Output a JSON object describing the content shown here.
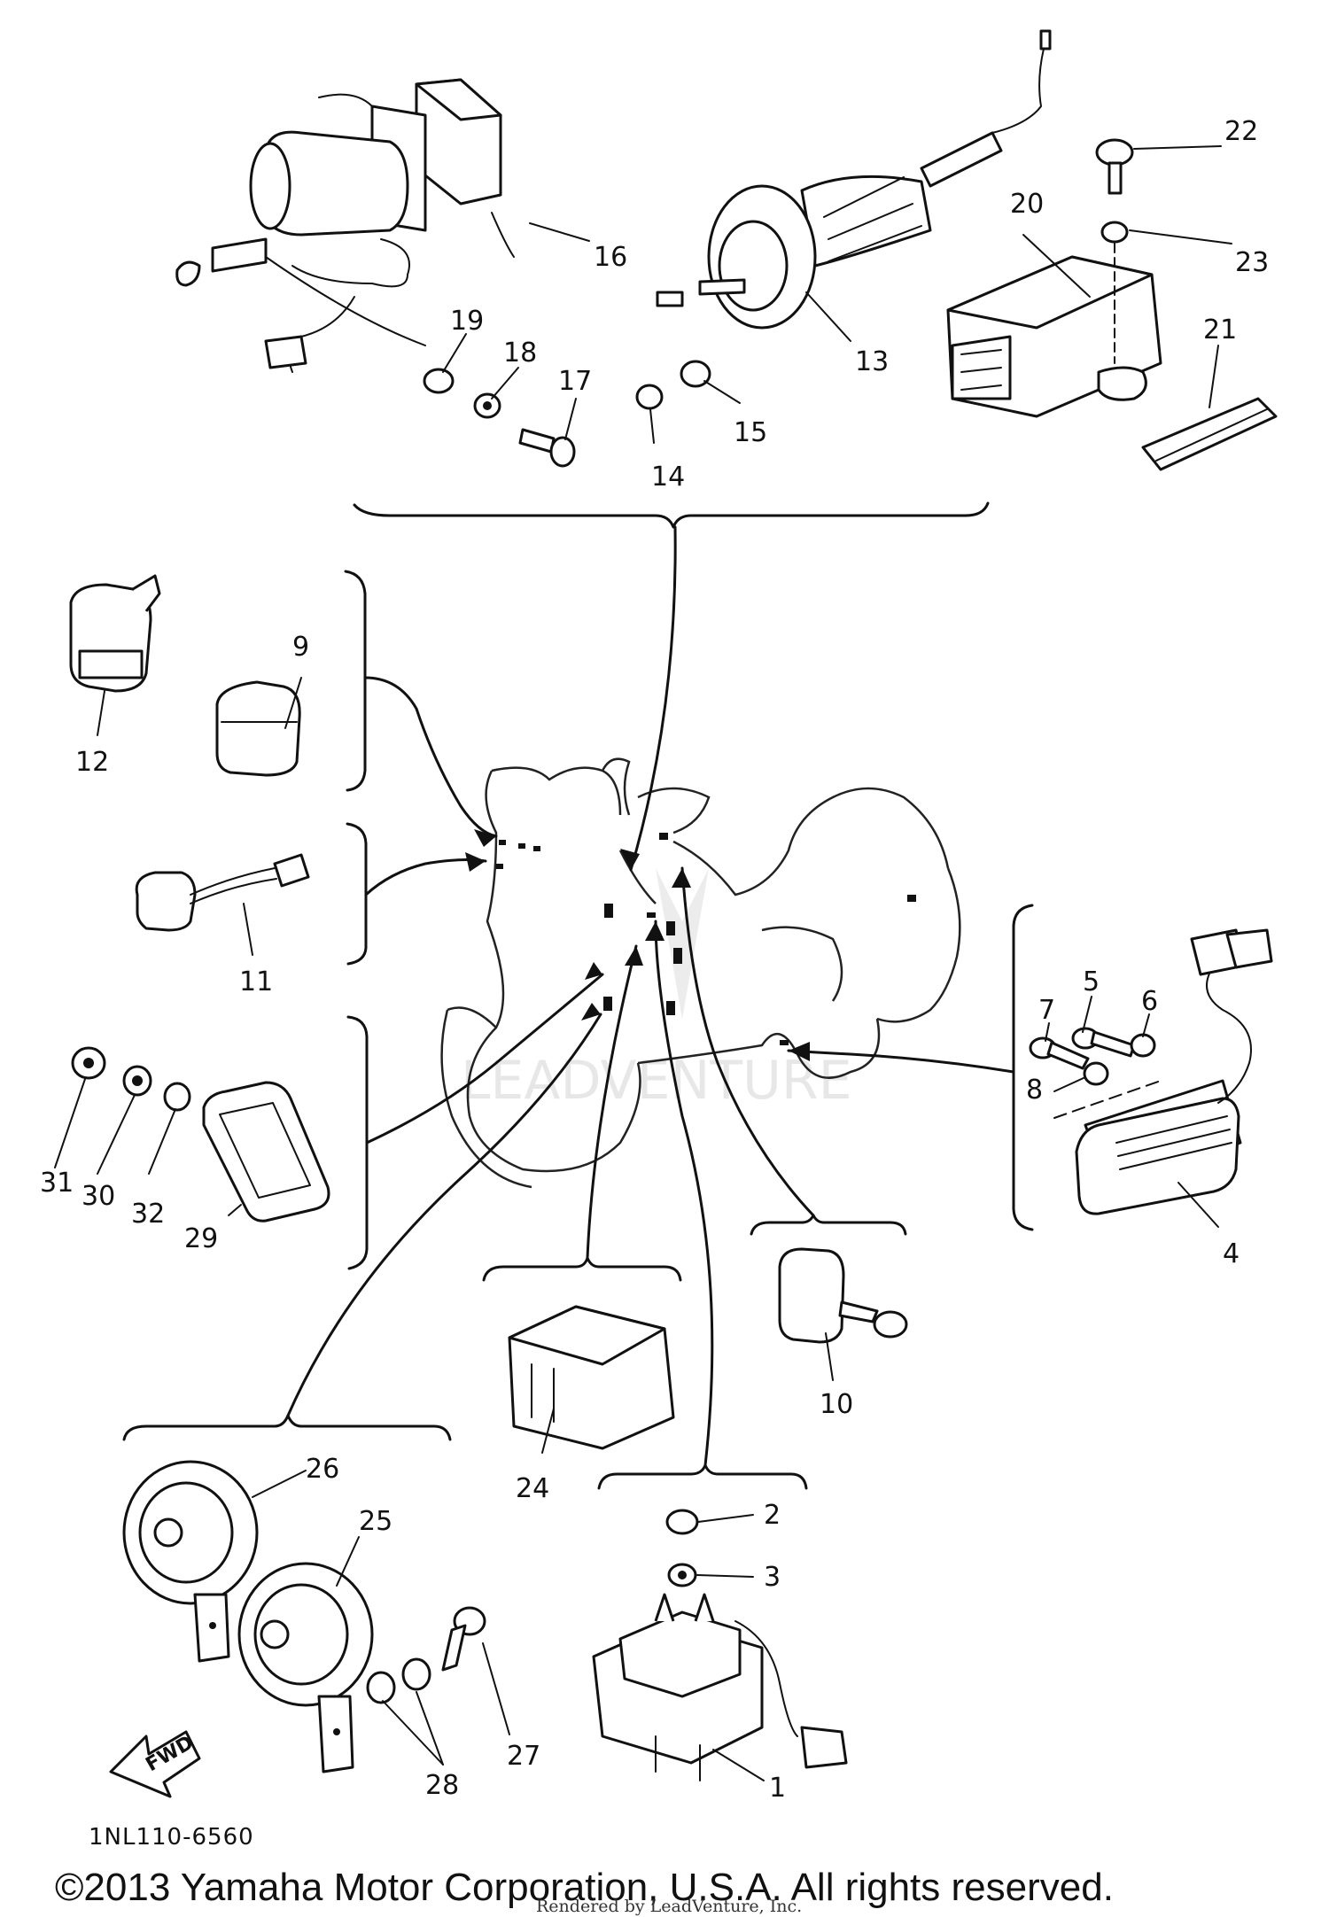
{
  "diagram": {
    "part_code": "1NL110-6560",
    "copyright": "©2013 Yamaha Motor Corporation, U.S.A. All rights reserved.",
    "credit": "Rendered by LeadVenture, Inc.",
    "watermark": "LEADVENTURE",
    "fwd_label": "FWD",
    "callouts": [
      "1",
      "2",
      "3",
      "4",
      "5",
      "6",
      "7",
      "8",
      "9",
      "10",
      "11",
      "12",
      "13",
      "14",
      "15",
      "16",
      "17",
      "18",
      "19",
      "20",
      "21",
      "22",
      "23",
      "24",
      "25",
      "26",
      "27",
      "28",
      "29",
      "30",
      "31",
      "32"
    ]
  }
}
